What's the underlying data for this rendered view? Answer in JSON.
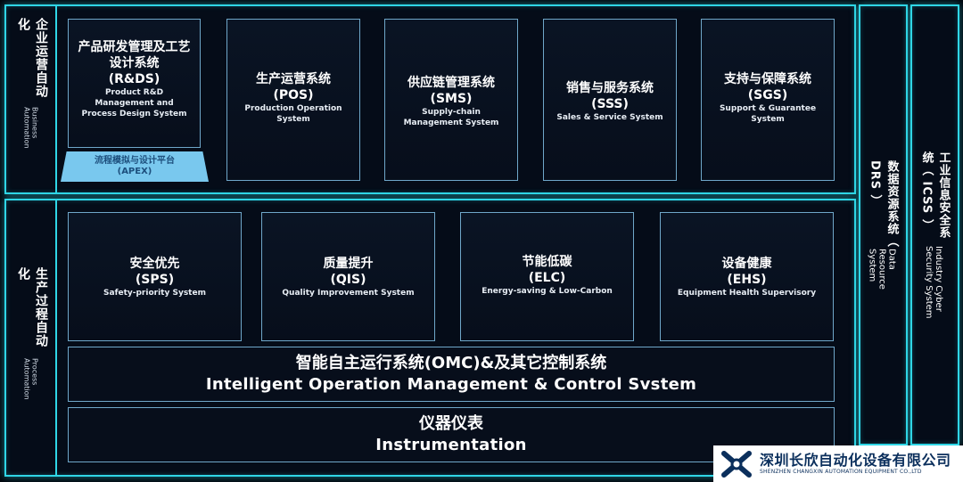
{
  "business": {
    "label_cn": "企业运营自动化",
    "label_en": "Business Automation",
    "boxes": [
      {
        "cn": "产品研发管理及工艺设计系统",
        "abbr": "(R&DS)",
        "en": "Product R&D Management and Process Design System"
      },
      {
        "cn": "生产运营系统",
        "abbr": "(POS)",
        "en": "Production Operation System"
      },
      {
        "cn": "供应链管理系统",
        "abbr": "(SMS)",
        "en": "Supply-chain Management System"
      },
      {
        "cn": "销售与服务系统",
        "abbr": "(SSS)",
        "en": "Sales & Service System"
      },
      {
        "cn": "支持与保障系统",
        "abbr": "(SGS)",
        "en": "Support & Guarantee System"
      }
    ],
    "apex": {
      "cn": "流程模拟与设计平台",
      "abbr": "(APEX)"
    }
  },
  "process": {
    "label_cn": "生产过程自动化",
    "label_en": "Process Automation",
    "boxes": [
      {
        "cn": "安全优先",
        "abbr": "(SPS)",
        "en": "Safety-priority System"
      },
      {
        "cn": "质量提升",
        "abbr": "(QIS)",
        "en": "Quality Improvement System"
      },
      {
        "cn": "节能低碳",
        "abbr": "(ELC)",
        "en": "Energy-saving & Low-Carbon"
      },
      {
        "cn": "设备健康",
        "abbr": "(EHS)",
        "en": "Equipment Health Supervisory"
      }
    ],
    "omc": {
      "cn": "智能自主运行系统(OMC)&及其它控制系统",
      "en": "Intelligent Operation Management & Control Svstem"
    },
    "instr": {
      "cn": "仪器仪表",
      "en": "Instrumentation"
    }
  },
  "drs": {
    "cn": "数据资源系统（ DRS ）",
    "en": "Data Resource System"
  },
  "icss": {
    "cn": "工业信息安全系统（ ICSS ）",
    "en": "Industry Cyber Security System"
  },
  "logo": {
    "cn": "深圳长欣自动化设备有限公司",
    "en": "SHENZHEN CHANGXIN AUTOMATION EQUIPMENT CO.,LTD"
  },
  "colors": {
    "accent": "#2fd6e6",
    "apex_fill": "#79c8ee",
    "background": "#02060d"
  }
}
